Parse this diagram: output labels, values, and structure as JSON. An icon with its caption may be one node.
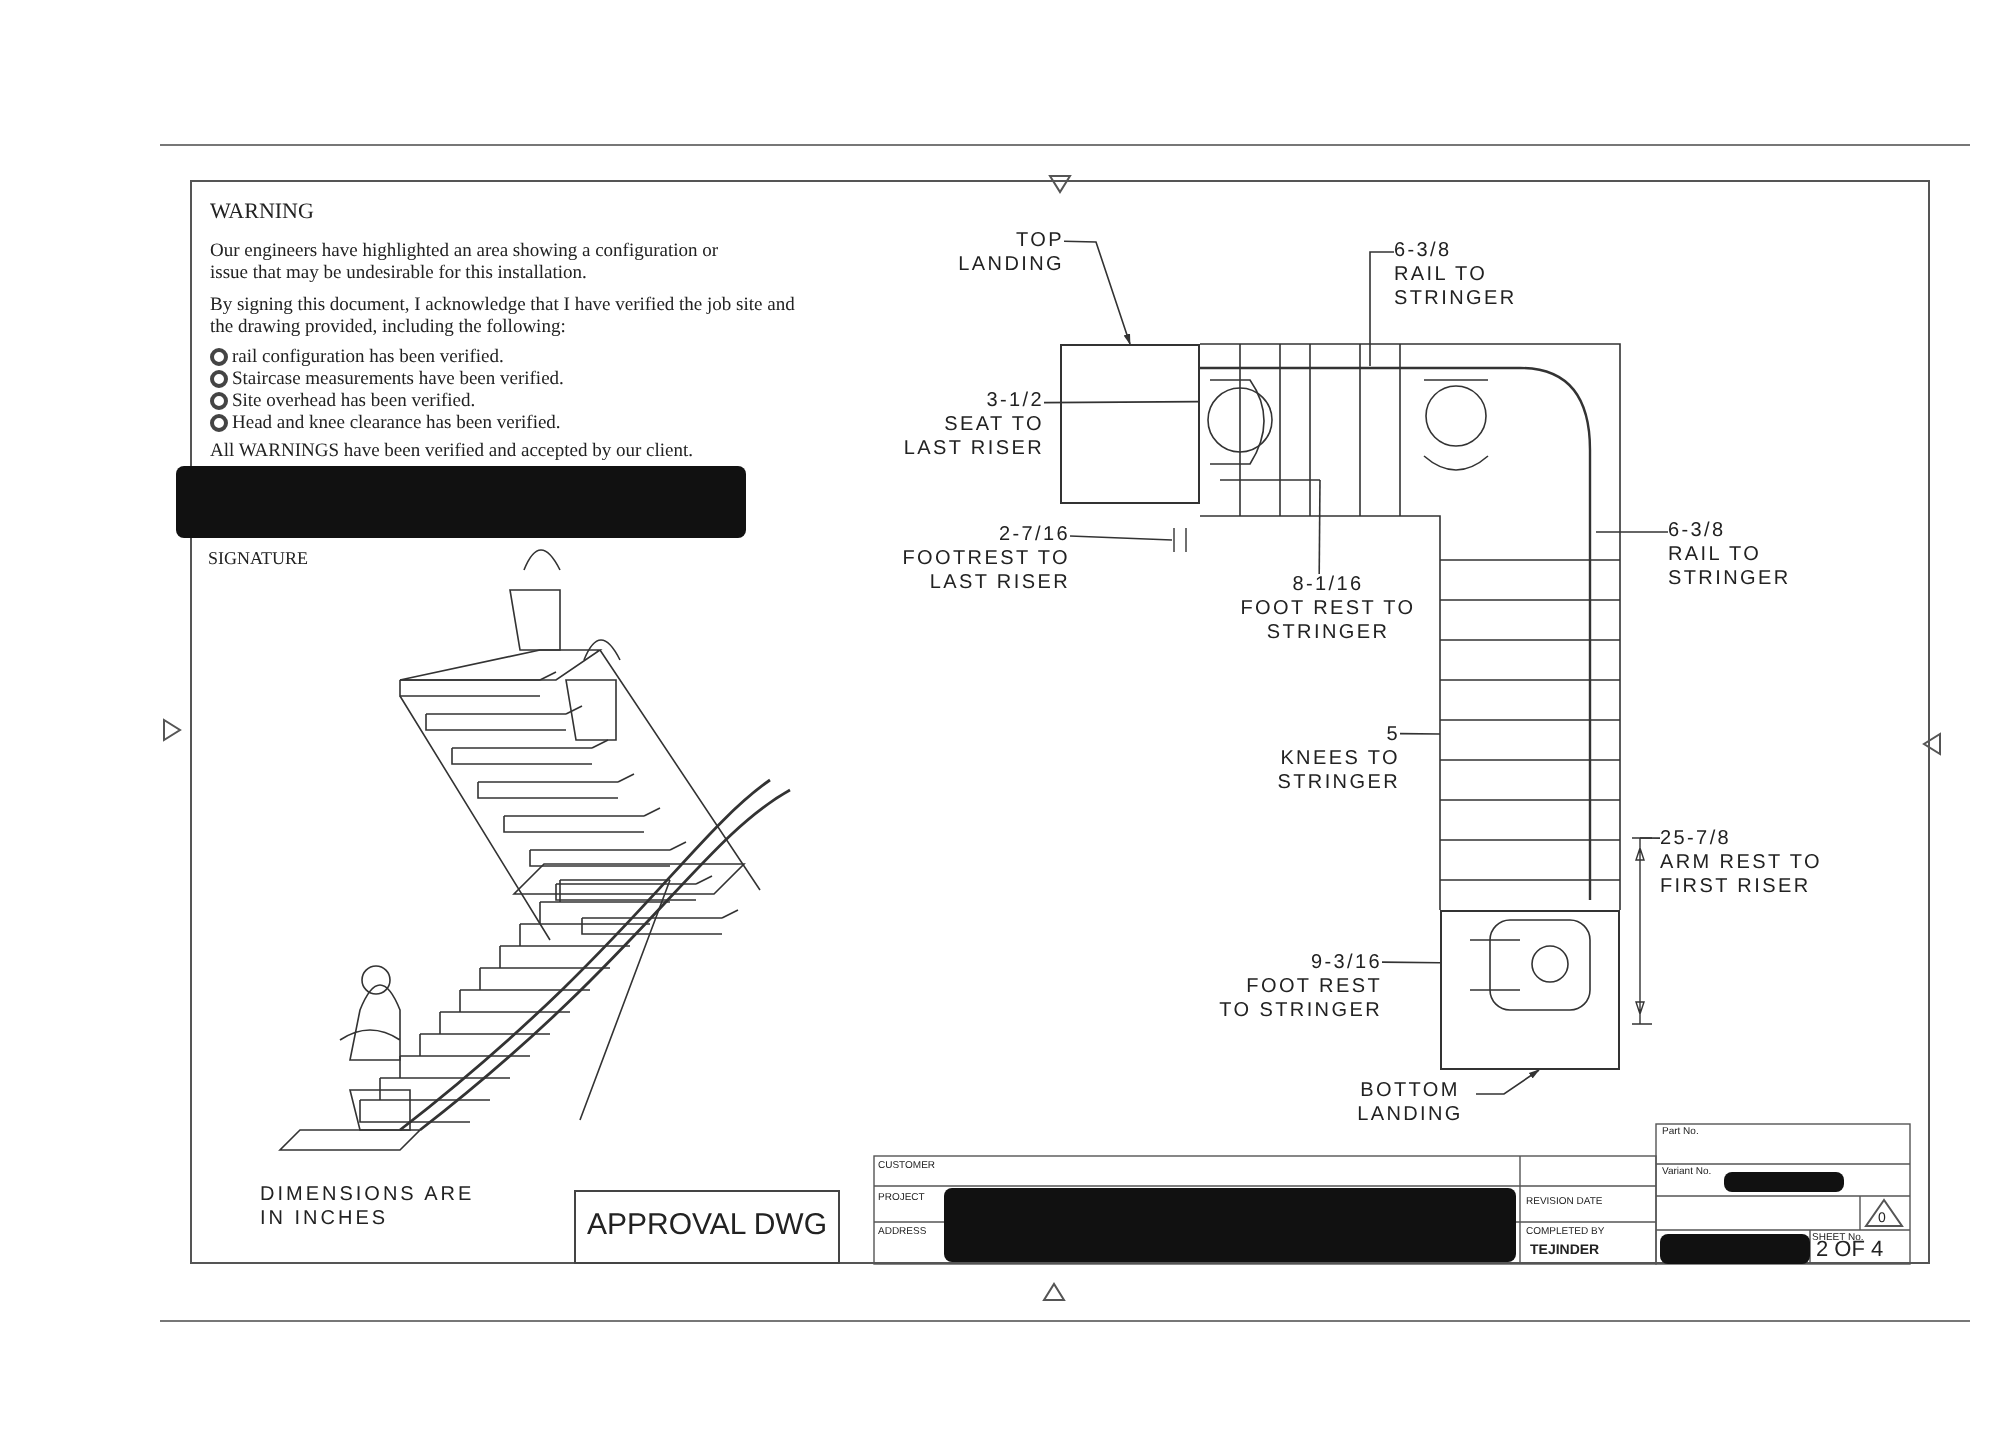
{
  "diagram": {
    "title": "APPROVAL DWG",
    "nodes": [
      {
        "text": [
          "TOP LANDING"
        ]
      },
      {
        "text": [],
        "shape": "box"
      },
      {
        "text": [
          "BOTTOM LANDING"
        ]
      },
      {
        "text": [],
        "shape": "box"
      },
      {
        "text": [
          "6-3/8",
          "RAIL TO STRINGER"
        ]
      },
      {
        "text": [
          "3-1/2",
          "SEAT TO LAST RISER"
        ]
      },
      {
        "text": [
          "2-7/16",
          "FOOTREST TO LAST RISER"
        ]
      },
      {
        "text": [
          "8-1/16",
          "FOOT REST TO STRINGER"
        ]
      },
      {
        "text": [
          "6-3/8",
          "RAIL TO STRINGER"
        ]
      },
      {
        "text": [
          "5",
          "KNEES TO STRINGER"
        ]
      },
      {
        "text": [
          "25-7/8",
          "ARM REST TO FIRST RISER"
        ]
      },
      {
        "text": [
          "9-3/16",
          "FOOT REST TO STRINGER"
        ]
      }
    ],
    "edges": [
      {
        "from": 0,
        "to": 1,
        "arrow": "to"
      },
      {
        "from": 2,
        "to": 3,
        "arrow": "to"
      },
      {
        "from": 4,
        "to": null,
        "arrow": "none"
      },
      {
        "from": 5,
        "to": 1,
        "arrow": "none"
      },
      {
        "from": 6,
        "to": null,
        "arrow": "none"
      },
      {
        "from": 7,
        "to": null,
        "arrow": "none"
      },
      {
        "from": 8,
        "to": null,
        "arrow": "none"
      },
      {
        "from": 9,
        "to": null,
        "arrow": "none"
      },
      {
        "from": 10,
        "to": null,
        "arrow": "none"
      },
      {
        "from": 11,
        "to": 3,
        "arrow": "none"
      }
    ],
    "labels": [
      "WARNING",
      "Our engineers have highlighted an area showing a configuration or issue that may be undesirable for this installation.",
      "By signing this document, I acknowledge that I have verified the job site and the drawing provided, including the following:",
      "rail configuration has been verified.",
      "Staircase measurements have been verified.",
      "Site overhead has been verified.",
      "Head and knee clearance has been verified.",
      "All WARNINGS have been verified and accepted by our client.",
      "SIGNATURE",
      "DIMENSIONS ARE IN INCHES",
      "CUSTOMER",
      "PROJECT",
      "ADDRESS",
      "Part No.",
      "Variant No.",
      "REVISION DATE",
      "COMPLETED BY",
      "TEJINDER",
      "0",
      "SHEET No.",
      "2 OF 4"
    ]
  }
}
